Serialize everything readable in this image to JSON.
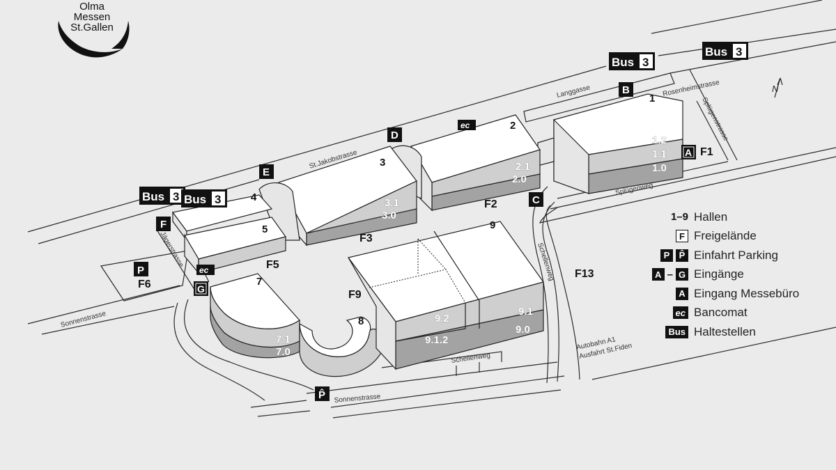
{
  "logo": {
    "lines": [
      "Olma",
      "Messen",
      "St.Gallen"
    ]
  },
  "streets": {
    "langgasse": "Langgasse",
    "rosenheimstrasse": "Rosenheimstrasse",
    "spluegenstrasse": "Splügenstrasse",
    "st_jakobstrasse": "St.Jakobstrasse",
    "spluegenweg": "Splügenweg",
    "jaegerstrasse": "Jägerstrasse",
    "schellenweg_v": "Schellenweg",
    "schellenweg_h": "Schellenweg",
    "sonnenstrasse_left": "Sonnenstrasse",
    "sonnenstrasse_bottom": "Sonnenstrasse",
    "autobahn_1": "Autobahn A1",
    "autobahn_2": "Ausfahrt St.Fiden"
  },
  "north": "N",
  "halls": [
    "1",
    "2",
    "3",
    "4",
    "5",
    "7",
    "8",
    "9"
  ],
  "floors": {
    "h1": [
      "1.2",
      "1.1",
      "1.0"
    ],
    "h2": [
      "2.1",
      "2.0"
    ],
    "h3": [
      "3.1",
      "3.0"
    ],
    "h7": [
      "7.1",
      "7.0"
    ],
    "h9": [
      "9.2",
      "9.1.2",
      "9.1",
      "9.0"
    ]
  },
  "areas": {
    "f1": "F1",
    "f2": "F2",
    "f3": "F3",
    "f5": "F5",
    "f6": "F6",
    "f9": "F9",
    "f13": "F13"
  },
  "badges": {
    "bus": "Bus",
    "bus_num": "3",
    "a": "A",
    "b": "B",
    "c": "C",
    "d": "D",
    "e": "E",
    "f": "F",
    "g": "G",
    "ec": "ec",
    "p": "P",
    "p_cov": "P̂"
  },
  "legend": [
    {
      "sym": "1–9",
      "text": "Hallen"
    },
    {
      "sym": "F",
      "text": "Freigelände"
    },
    {
      "sym": "P",
      "sym2": "P̂",
      "text": "Einfahrt Parking"
    },
    {
      "sym": "A",
      "sep": "–",
      "sym2": "G",
      "text": "Eingänge"
    },
    {
      "sym": "A",
      "text": "Eingang Messebüro"
    },
    {
      "sym": "ec",
      "text": "Bancomat"
    },
    {
      "sym": "Bus",
      "text": "Haltestellen"
    }
  ],
  "colors": {
    "background": "#ebebeb",
    "badge": "#111111",
    "roof": "#ffffff",
    "floor_mid": "#cfcfcf",
    "floor_low": "#a3a3a3"
  }
}
